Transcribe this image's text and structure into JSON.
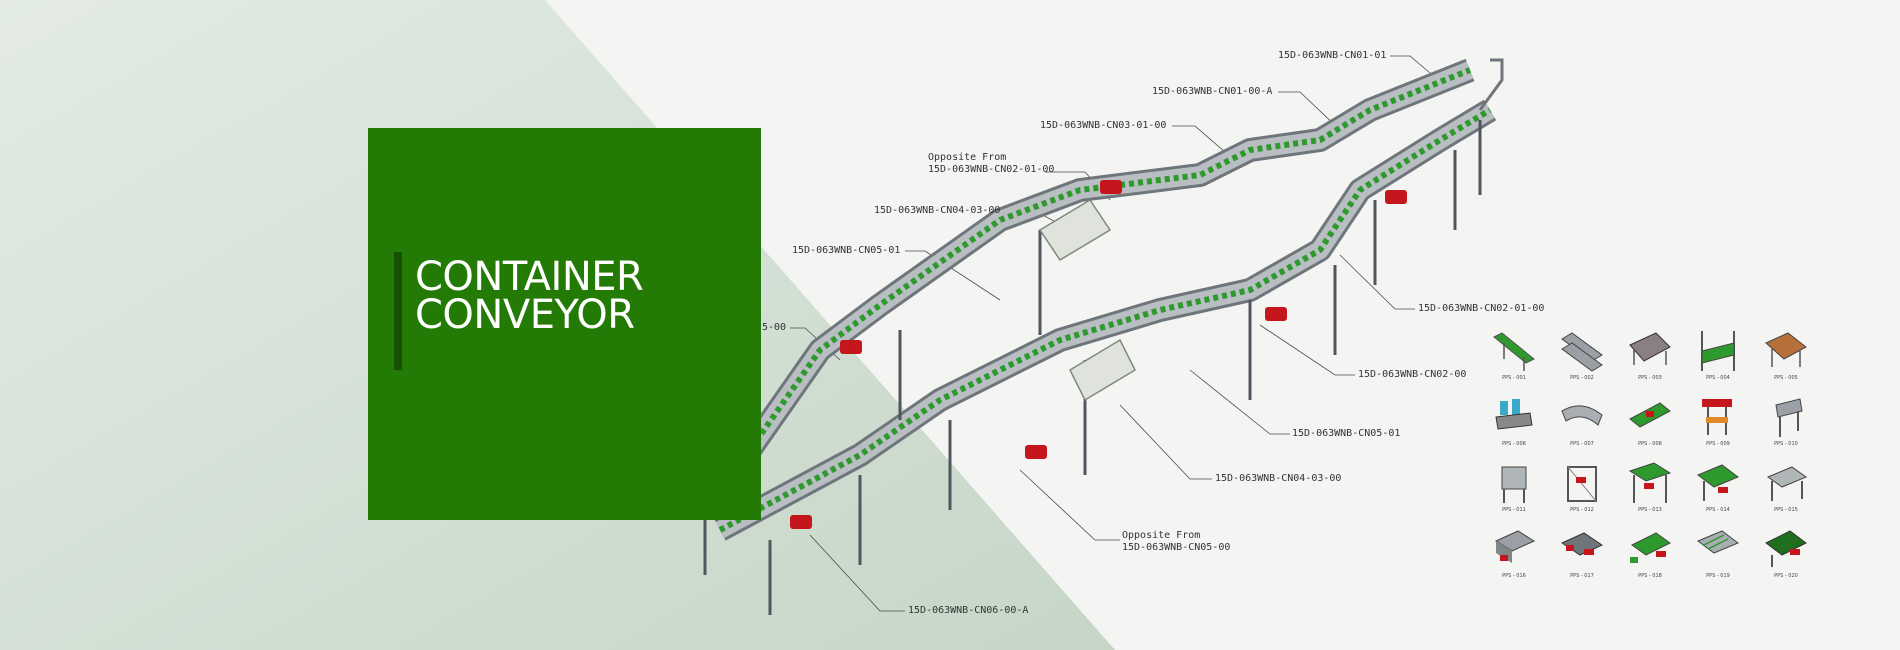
{
  "hero": {
    "title_line1": "CONTAINER",
    "title_line2": "CONVEYOR"
  },
  "colors": {
    "hero_green": "#237a05",
    "accent_dark_green": "#155003",
    "roller_green": "#2e9a2e",
    "motor_red": "#c4161c",
    "frame_grey": "#8d9499"
  },
  "callouts": [
    {
      "lines": [
        "15D-063WNB-CN01-01"
      ]
    },
    {
      "lines": [
        "15D-063WNB-CN01-00-A"
      ]
    },
    {
      "lines": [
        "15D-063WNB-CN03-01-00"
      ]
    },
    {
      "lines": [
        "Opposite From",
        "15D-063WNB-CN02-01-00"
      ]
    },
    {
      "lines": [
        "15D-063WNB-CN04-03-00"
      ]
    },
    {
      "lines": [
        "15D-063WNB-CN05-01"
      ]
    },
    {
      "lines": [
        "5-00"
      ]
    },
    {
      "lines": [
        "15D-063WNB-CN02-01-00"
      ]
    },
    {
      "lines": [
        "15D-063WNB-CN02-00"
      ]
    },
    {
      "lines": [
        "15D-063WNB-CN05-01"
      ]
    },
    {
      "lines": [
        "15D-063WNB-CN04-03-00"
      ]
    },
    {
      "lines": [
        "Opposite From",
        "15D-063WNB-CN05-00"
      ]
    },
    {
      "lines": [
        "15D-063WNB-CN06-00-A"
      ]
    }
  ],
  "parts": [
    {
      "code": "PPS - 001",
      "icon": "straight-conveyor-icon"
    },
    {
      "code": "PPS - 002",
      "icon": "parallel-conveyor-icon"
    },
    {
      "code": "PPS - 003",
      "icon": "side-guide-conveyor-icon"
    },
    {
      "code": "PPS - 004",
      "icon": "elevated-frame-icon"
    },
    {
      "code": "PPS - 005",
      "icon": "roller-bed-icon"
    },
    {
      "code": "PPS - 006",
      "icon": "bottle-unit-icon"
    },
    {
      "code": "PPS - 007",
      "icon": "curve-conveyor-icon"
    },
    {
      "code": "PPS - 008",
      "icon": "green-roller-conveyor-icon"
    },
    {
      "code": "PPS - 009",
      "icon": "lift-unit-icon"
    },
    {
      "code": "PPS - 010",
      "icon": "stand-unit-icon"
    },
    {
      "code": "PPS - 011",
      "icon": "hopper-icon"
    },
    {
      "code": "PPS - 012",
      "icon": "frame-cage-icon"
    },
    {
      "code": "PPS - 013",
      "icon": "gantry-icon"
    },
    {
      "code": "PPS - 014",
      "icon": "transfer-table-icon"
    },
    {
      "code": "PPS - 015",
      "icon": "accumulation-table-icon"
    },
    {
      "code": "PPS - 016",
      "icon": "enclosed-conveyor-icon"
    },
    {
      "code": "PPS - 017",
      "icon": "motorized-conveyor-icon"
    },
    {
      "code": "PPS - 018",
      "icon": "green-transfer-icon"
    },
    {
      "code": "PPS - 019",
      "icon": "grey-roller-table-icon"
    },
    {
      "code": "PPS - 020",
      "icon": "green-roller-table-icon"
    }
  ]
}
